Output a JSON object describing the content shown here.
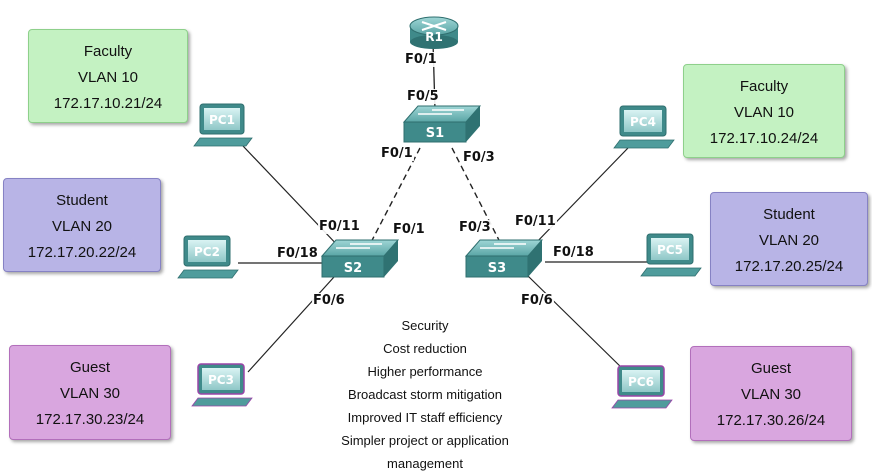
{
  "router": {
    "label": "R1"
  },
  "switches": {
    "s1": "S1",
    "s2": "S2",
    "s3": "S3"
  },
  "pcs": {
    "pc1": "PC1",
    "pc2": "PC2",
    "pc3": "PC3",
    "pc4": "PC4",
    "pc5": "PC5",
    "pc6": "PC6"
  },
  "ports": {
    "r1_s1_top": "F0/1",
    "s1_up": "F0/5",
    "s1_left": "F0/1",
    "s1_right": "F0/3",
    "s2_pc1": "F0/11",
    "s2_trunk": "F0/1",
    "s2_pc2": "F0/18",
    "s2_pc3": "F0/6",
    "s3_trunk": "F0/3",
    "s3_pc4": "F0/11",
    "s3_pc5": "F0/18",
    "s3_pc6": "F0/6"
  },
  "boxes": {
    "pc1": {
      "role": "Faculty",
      "vlan": "VLAN 10",
      "ip": "172.17.10.21/24"
    },
    "pc2": {
      "role": "Student",
      "vlan": "VLAN 20",
      "ip": "172.17.20.22/24"
    },
    "pc3": {
      "role": "Guest",
      "vlan": "VLAN 30",
      "ip": "172.17.30.23/24"
    },
    "pc4": {
      "role": "Faculty",
      "vlan": "VLAN 10",
      "ip": "172.17.10.24/24"
    },
    "pc5": {
      "role": "Student",
      "vlan": "VLAN 20",
      "ip": "172.17.20.25/24"
    },
    "pc6": {
      "role": "Guest",
      "vlan": "VLAN 30",
      "ip": "172.17.30.26/24"
    }
  },
  "benefits": [
    "Security",
    "Cost reduction",
    "Higher performance",
    "Broadcast storm mitigation",
    "Improved IT  staff efficiency",
    "Simpler project or application",
    "management"
  ],
  "colors": {
    "faculty": "#c4f2c2",
    "student": "#b8b4e6",
    "guest": "#d9a6df",
    "device": "#4f9c9c"
  }
}
